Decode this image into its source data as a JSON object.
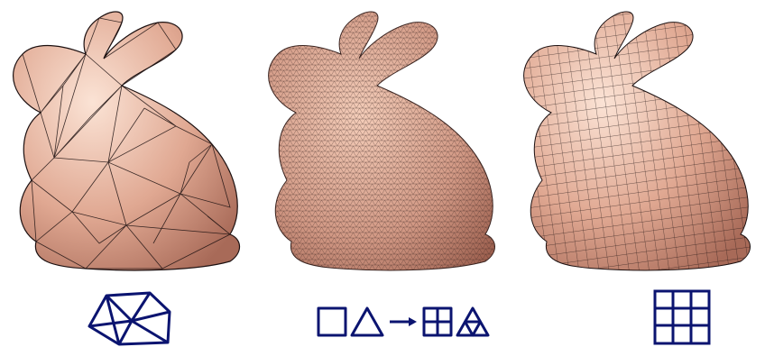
{
  "colors": {
    "mesh_fill_light": "#f9d9c6",
    "mesh_fill_mid": "#e3aa94",
    "mesh_fill_dark": "#b97966",
    "mesh_line": "#1c1010",
    "symbol_stroke": "#0b1470"
  },
  "panels": [
    {
      "mesh_type": "coarse irregular triangle mesh",
      "icon": "triangle-fan-icon"
    },
    {
      "mesh_type": "dense subdivided triangle mesh",
      "icon": "subdivision-icon"
    },
    {
      "mesh_type": "quad-dominant mesh",
      "icon": "quad-grid-icon"
    }
  ]
}
